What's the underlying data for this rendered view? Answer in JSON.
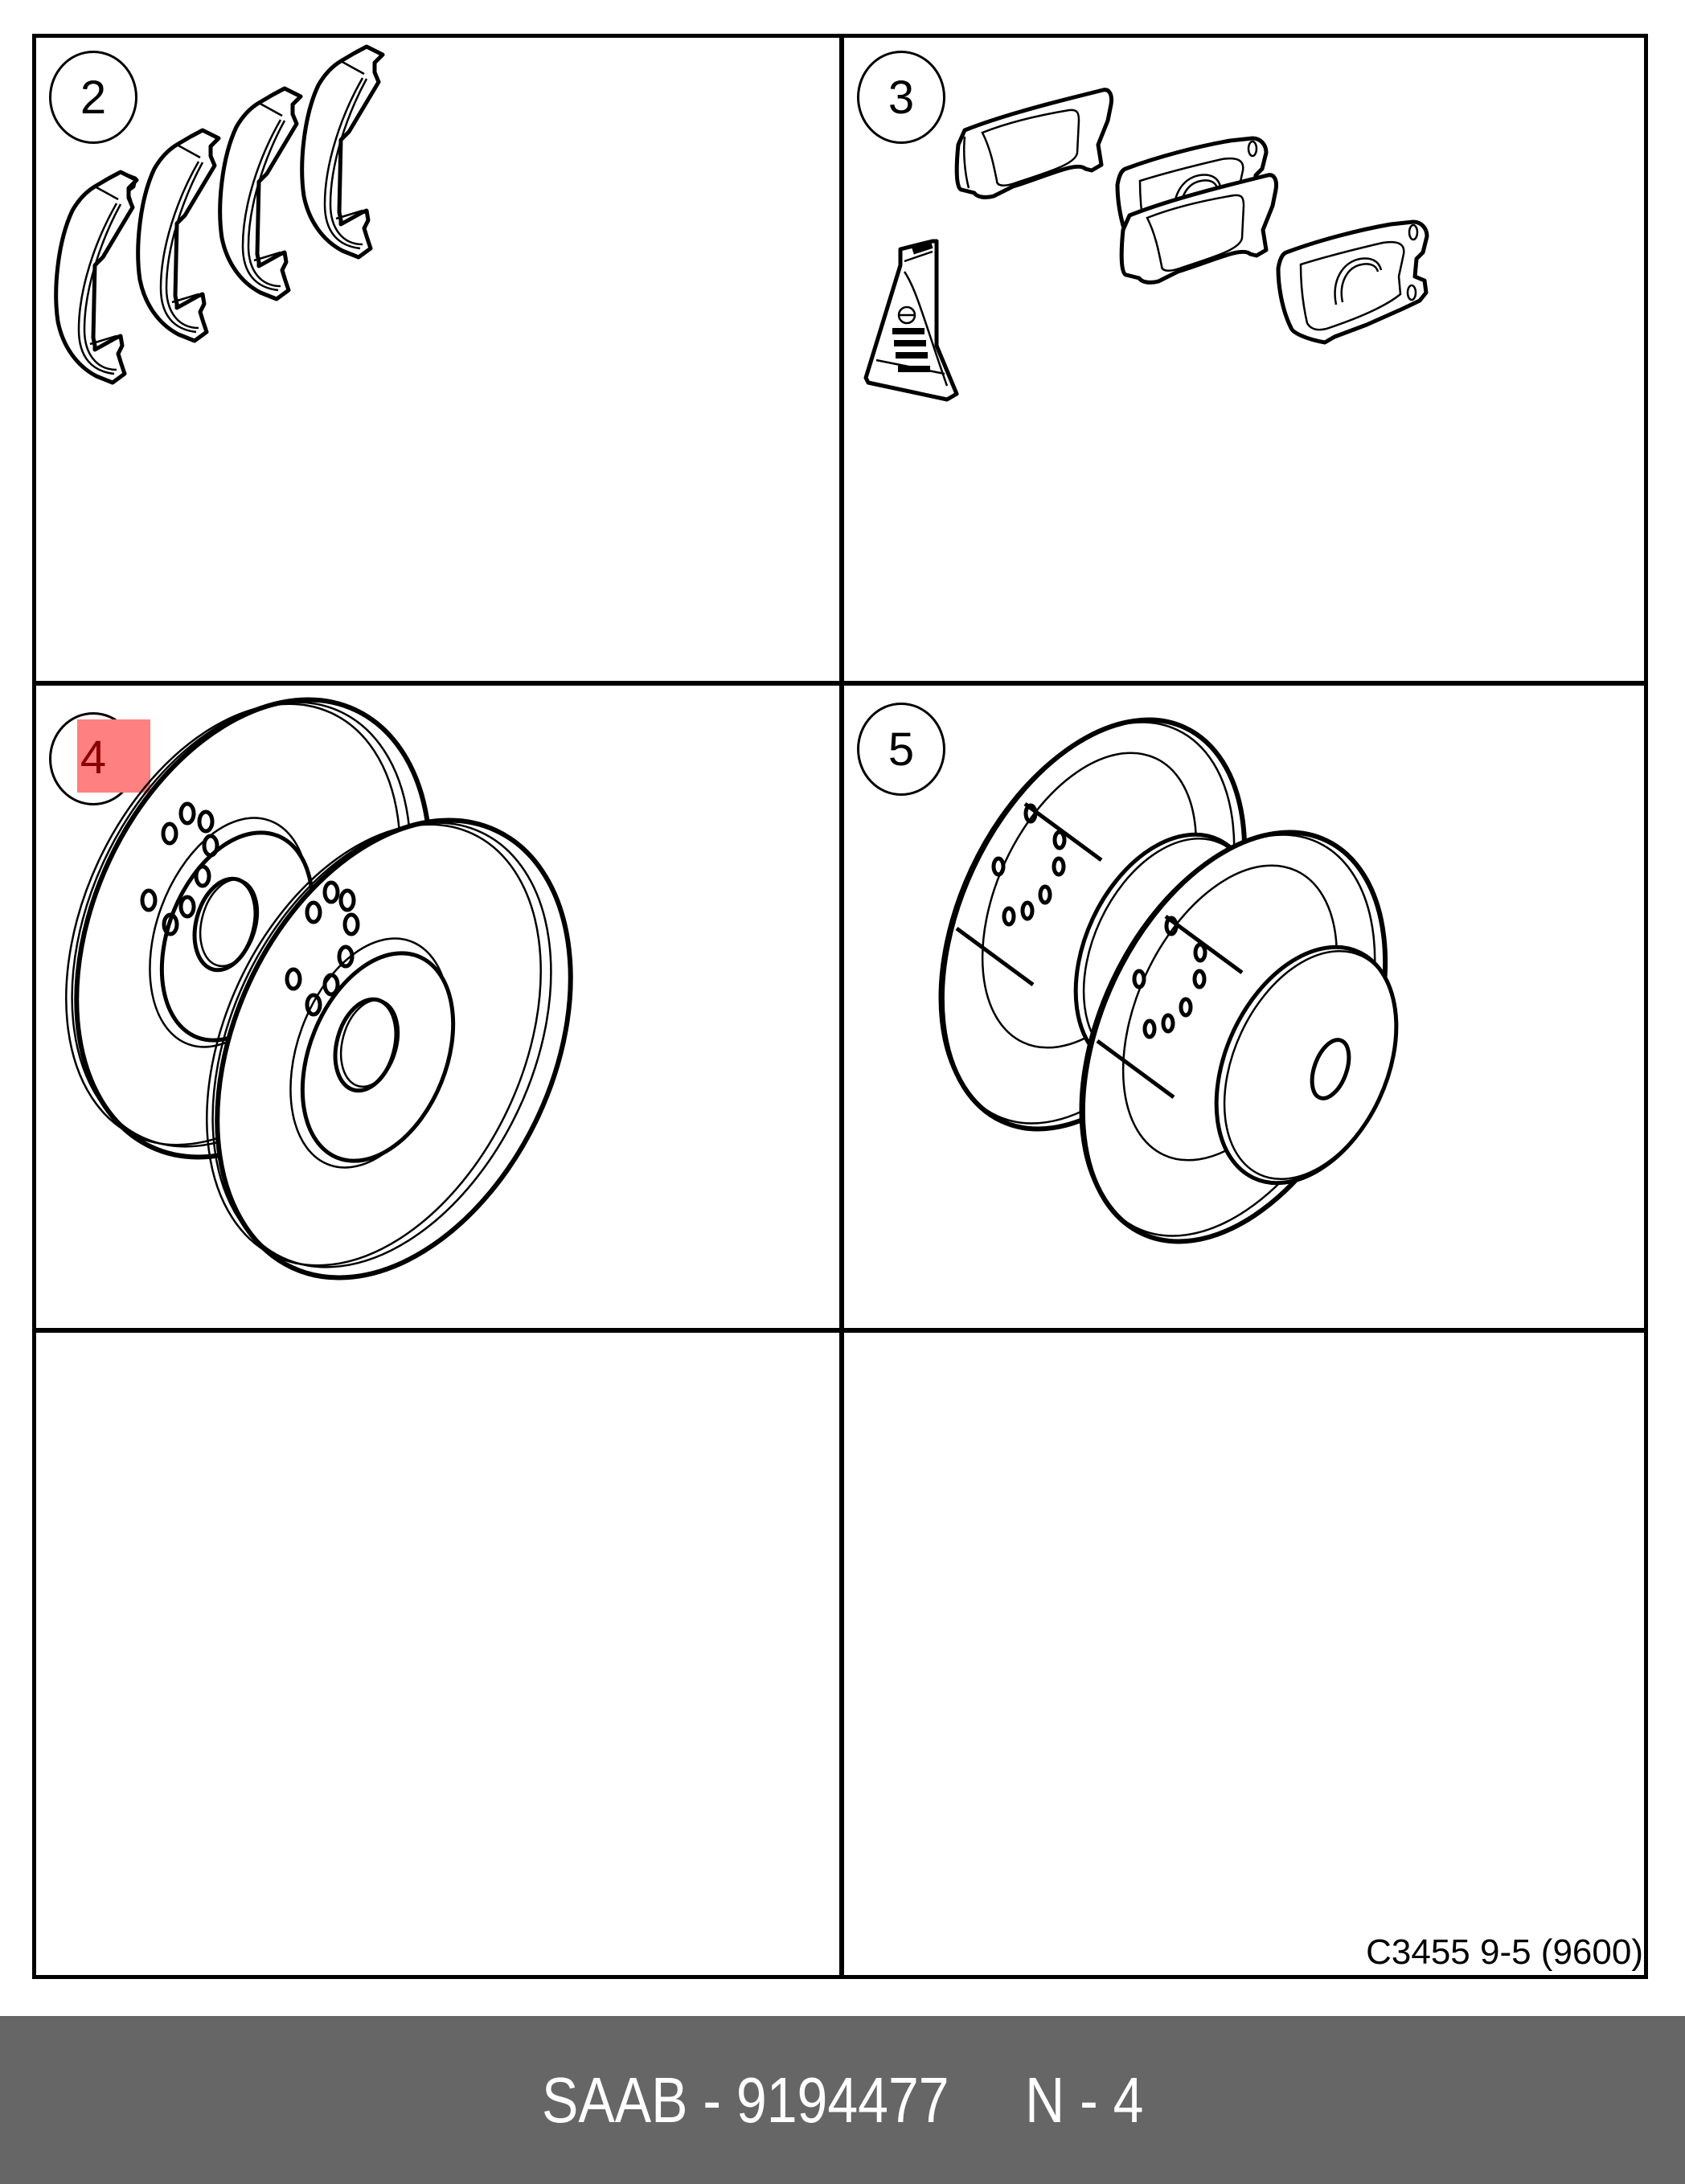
{
  "diagram": {
    "panels": [
      {
        "callout": "2",
        "content": "parking brake shoes (4)",
        "icon": "brake-shoe-icon"
      },
      {
        "callout": "3",
        "content": "brake pads (4) with grease sachet",
        "icon": "brake-pad-icon"
      },
      {
        "callout": "4",
        "content": "front ventilated brake discs (2)",
        "icon": "vented-disc-icon",
        "highlighted": true
      },
      {
        "callout": "5",
        "content": "rear solid brake discs (2)",
        "icon": "solid-disc-icon"
      },
      {
        "callout": "",
        "content": "empty"
      },
      {
        "callout": "",
        "content": "empty"
      }
    ],
    "reference_code": "C3455 9-5 (9600)",
    "highlight_color": "#ff8080",
    "highlight_text_color": "#8b0000"
  },
  "footer": {
    "text": "SAAB - 9194477     N - 4",
    "background": "#666666",
    "text_color": "#ffffff"
  }
}
